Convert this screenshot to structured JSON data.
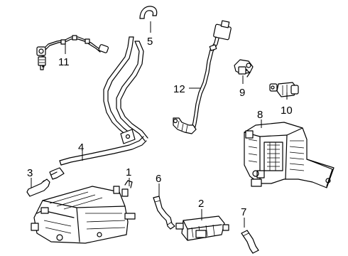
{
  "callouts": [
    {
      "id": "1",
      "label": "1"
    },
    {
      "id": "2",
      "label": "2"
    },
    {
      "id": "3",
      "label": "3"
    },
    {
      "id": "4",
      "label": "4"
    },
    {
      "id": "5",
      "label": "5"
    },
    {
      "id": "6",
      "label": "6"
    },
    {
      "id": "7",
      "label": "7"
    },
    {
      "id": "8",
      "label": "8"
    },
    {
      "id": "9",
      "label": "9"
    },
    {
      "id": "10",
      "label": "10"
    },
    {
      "id": "11",
      "label": "11"
    },
    {
      "id": "12",
      "label": "12"
    }
  ],
  "parts": [
    {
      "callout": "1",
      "icon": "evap-canister-icon"
    },
    {
      "callout": "2",
      "icon": "vapor-filter-icon"
    },
    {
      "callout": "3",
      "icon": "vent-hose-icon"
    },
    {
      "callout": "4",
      "icon": "vapor-line-icon"
    },
    {
      "callout": "5",
      "icon": "hose-elbow-icon"
    },
    {
      "callout": "6",
      "icon": "hose-elbow-icon"
    },
    {
      "callout": "7",
      "icon": "hose-elbow-icon"
    },
    {
      "callout": "8",
      "icon": "leak-detection-pump-icon"
    },
    {
      "callout": "9",
      "icon": "pressure-sensor-icon"
    },
    {
      "callout": "10",
      "icon": "purge-valve-icon"
    },
    {
      "callout": "11",
      "icon": "oxygen-sensor-icon"
    },
    {
      "callout": "12",
      "icon": "oxygen-sensor-icon"
    }
  ]
}
